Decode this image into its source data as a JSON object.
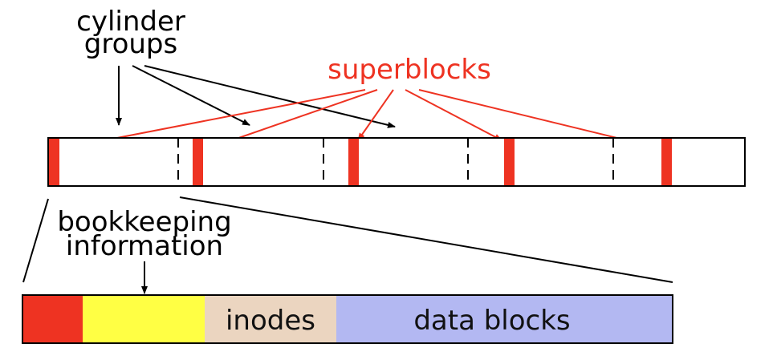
{
  "labels": {
    "cylinder_groups_line1": "cylinder",
    "cylinder_groups_line2": "groups",
    "superblocks": "superblocks",
    "bookkeeping_line1": "bookkeeping",
    "bookkeeping_line2": "information"
  },
  "detail_segments": [
    {
      "name": "superblock-copy",
      "label": "",
      "color": "#ee3322"
    },
    {
      "name": "bookkeeping-information",
      "label": "",
      "color": "#ffff44"
    },
    {
      "name": "inodes",
      "label": "inodes",
      "color": "#ebd5c0"
    },
    {
      "name": "data-blocks",
      "label": "data blocks",
      "color": "#b3b8f2"
    }
  ],
  "colors": {
    "superblock": "#ee3322",
    "arrow_red": "#ee3322",
    "outline": "#000000"
  }
}
